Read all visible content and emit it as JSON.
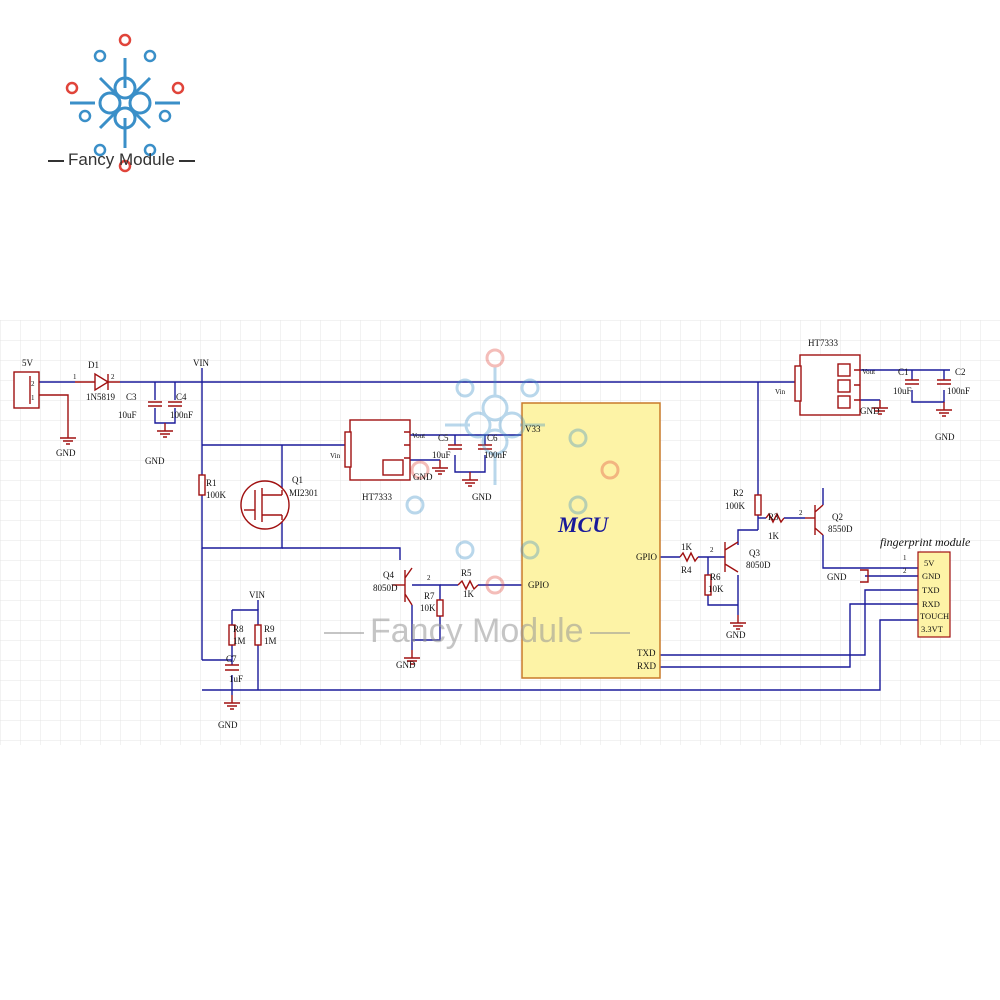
{
  "brand": {
    "name": "Fancy Module"
  },
  "colors": {
    "wire": "#1a1a9a",
    "component": "#a01010",
    "label": "#111111",
    "mcu_fill": "#fdf3a6",
    "mcu_border": "#c87a2a",
    "grid": "#e4e4e4",
    "logo_red": "#e0443a",
    "logo_blue": "#3a8fc8"
  },
  "labels": {
    "p5v": "5V",
    "d1": "D1",
    "d1_part": "1N5819",
    "pin1": "1",
    "pin2": "2",
    "vin": "VIN",
    "c3": "C3",
    "c3_val": "10uF",
    "c4": "C4",
    "c4_val": "100nF",
    "gnd": "GND",
    "r1": "R1",
    "r1_val": "100K",
    "q1": "Q1",
    "q1_part": "MI2301",
    "ht7333": "HT7333",
    "vin_pin": "Vin",
    "vout_pin": "Vout",
    "c5": "C5",
    "c5_val": "10uF",
    "c6": "C6",
    "c6_val": "100nF",
    "v33": "V33",
    "mcu": "MCU",
    "gpio": "GPIO",
    "txd": "TXD",
    "rxd": "RXD",
    "q4": "Q4",
    "q4_part": "8050D",
    "r5": "R5",
    "r5_val": "1K",
    "r7": "R7",
    "r7_val": "10K",
    "r8": "R8",
    "r8_val": "1M",
    "r9": "R9",
    "r9_val": "1M",
    "c7": "C7",
    "c7_val": "1uF",
    "c1": "C1",
    "c1_val": "10uF",
    "c2": "C2",
    "c2_val": "100nF",
    "r2": "R2",
    "r2_val": "100K",
    "r3": "R3",
    "r3_val": "1K",
    "q2": "Q2",
    "q2_part": "8550D",
    "q3": "Q3",
    "q3_part": "8050D",
    "r4": "R4",
    "r4_val": "1K",
    "r6": "R6",
    "r6_val": "10K",
    "fp_title": "fingerprint module",
    "fp_5v": "5V",
    "fp_gnd": "GND",
    "fp_txd": "TXD",
    "fp_rxd": "RXD",
    "fp_touch": "TOUCH",
    "fp_33": "3.3VT"
  }
}
